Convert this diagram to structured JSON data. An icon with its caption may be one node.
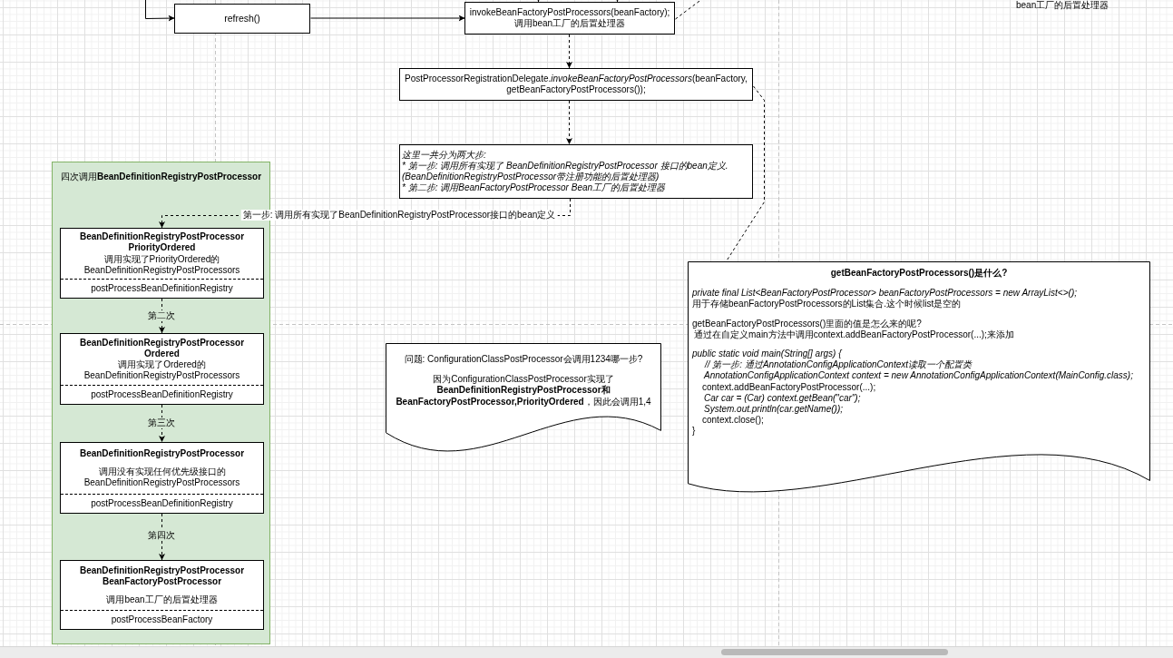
{
  "diagram": {
    "nodes": [
      {
        "text": [
          "refresh()"
        ]
      },
      {
        "text": [
          "invokeBeanFactoryPostProcessors(beanFactory);",
          "调用bean工厂的后置处理器"
        ]
      },
      {
        "text": [
          "PostProcessorRegistrationDelegate.*invokeBeanFactoryPostProcessors*(beanFactory, getBeanFactoryPostProcessors());"
        ]
      },
      {
        "text": [
          "这里一共分为两大步:",
          "* 第一步: 调用所有实现了 BeanDefinitionRegistryPostProcessor 接口的bean定义.",
          "(BeanDefinitionRegistryPostProcessor带注册功能的后置处理器)",
          "* 第二步: 调用BeanFactoryPostProcessor Bean工厂的后置处理器"
        ]
      },
      {
        "text": [
          "四次调用**BeanDefinitionRegistryPostProcessor**"
        ]
      },
      {
        "text": [
          "BeanDefinitionRegistryPostProcessor PriorityOrdered",
          "调用实现了PriorityOrdered的 BeanDefinitionRegistryPostProcessors",
          "postProcessBeanDefinitionRegistry"
        ],
        "in": 4
      },
      {
        "text": [
          "BeanDefinitionRegistryPostProcessor Ordered",
          "调用实现了Ordered的 BeanDefinitionRegistryPostProcessors",
          "postProcessBeanDefinitionRegistry"
        ],
        "in": 4
      },
      {
        "text": [
          "BeanDefinitionRegistryPostProcessor",
          "调用没有实现任何优先级接口的 BeanDefinitionRegistryPostProcessors",
          "postProcessBeanDefinitionRegistry"
        ],
        "in": 4
      },
      {
        "text": [
          "BeanDefinitionRegistryPostProcessor BeanFactoryPostProcessor",
          "调用bean工厂的后置处理器",
          "postProcessBeanFactory"
        ],
        "in": 4
      },
      {
        "text": [
          "问题: ConfigurationClassPostProcessor会调用1234哪一步?",
          "因为ConfigurationClassPostProcessor实现了 **BeanDefinitionRegistryPostProcessor和 BeanFactoryPostProcessor,PriorityOrdered**，因此会调用1,4"
        ]
      },
      {
        "text": [
          "getBeanFactoryPostProcessors()是什么?",
          "private final List<BeanFactoryPostProcessor> beanFactoryPostProcessors = new ArrayList<>();",
          "用于存储beanFactoryPostProcessors的List集合.这个时候list是空的",
          "getBeanFactoryPostProcessors()里面的值是怎么来的呢?",
          "通过在自定义main方法中调用context.addBeanFactoryPostProcessor(...);来添加",
          "public static void main(String[] args) {",
          "// 第一步: 通过AnnotationConfigApplicationContext读取一个配置类",
          "AnnotationConfigApplicationContext context = new AnnotationConfigApplicationContext(MainConfig.class);",
          "context.addBeanFactoryPostProcessor(...);",
          "Car car = (Car) context.getBean(\"car\");",
          "System.out.println(car.getName());",
          "context.close();",
          "}"
        ]
      }
    ],
    "edges": [
      {
        "from": null,
        "to": 0,
        "arrow": "to"
      },
      {
        "from": null,
        "to": 1,
        "arrow": "to"
      },
      {
        "from": null,
        "to": 1,
        "arrow": "to"
      },
      {
        "from": 0,
        "to": 1,
        "arrow": "to"
      },
      {
        "from": 1,
        "to": null,
        "arrow": "none",
        "style": "dashed"
      },
      {
        "from": 1,
        "to": 2,
        "arrow": "to",
        "style": "dashed"
      },
      {
        "from": 2,
        "to": 3,
        "arrow": "to",
        "style": "dashed"
      },
      {
        "from": 3,
        "to": 5,
        "arrow": "to",
        "style": "dashed",
        "label": "第一步: 调用所有实现了BeanDefinitionRegistryPostProcessor接口的bean定义"
      },
      {
        "from": 5,
        "to": 6,
        "arrow": "to",
        "style": "dashed",
        "label": "第二次"
      },
      {
        "from": 6,
        "to": 7,
        "arrow": "to",
        "style": "dashed",
        "label": "第三次"
      },
      {
        "from": 7,
        "to": 8,
        "arrow": "to",
        "style": "dashed",
        "label": "第四次"
      },
      {
        "from": 2,
        "to": 10,
        "arrow": "none",
        "style": "dashed"
      }
    ],
    "labels": [
      "bean工厂的后置处理器"
    ]
  }
}
